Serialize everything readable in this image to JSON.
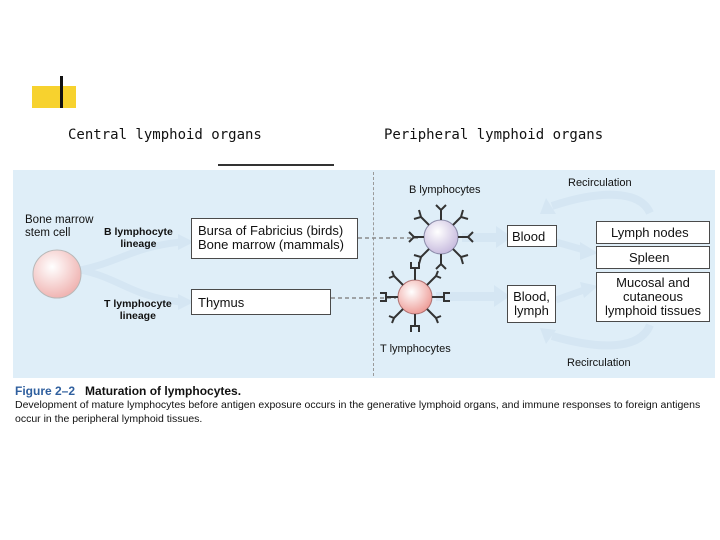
{
  "headings": {
    "central": "Central lymphoid organs",
    "peripheral": "Peripheral lymphoid organs"
  },
  "diagram": {
    "stem_cell_label": "Bone marrow\nstem cell",
    "b_lineage": "B lymphocyte\nlineage",
    "t_lineage": "T lymphocyte\nlineage",
    "bursa_box": "Bursa of Fabricius (birds)\nBone marrow (mammals)",
    "thymus_box": "Thymus",
    "b_cells_label": "B lymphocytes",
    "t_cells_label": "T lymphocytes",
    "blood_box": "Blood",
    "blood_lymph_box": "Blood,\nlymph",
    "lymph_nodes_box": "Lymph nodes",
    "spleen_box": "Spleen",
    "mucosal_box": "Mucosal and\ncutaneous\nlymphoid tissues",
    "recirc_top": "Recirculation",
    "recirc_bottom": "Recirculation",
    "colors": {
      "panel": "#dfeef8",
      "stem_cell": "#f3c6c4",
      "b_cell": "#d6cfe6",
      "t_cell": "#f0b7b3",
      "arrow": "#d7e7f2",
      "accent": "#f7d22e"
    }
  },
  "caption": {
    "figure_no": "Figure 2–2",
    "title": "Maturation of lymphocytes.",
    "text": "Development of mature lymphocytes before antigen exposure occurs in the generative lymphoid organs, and immune responses to foreign antigens occur in the peripheral lymphoid tissues."
  }
}
